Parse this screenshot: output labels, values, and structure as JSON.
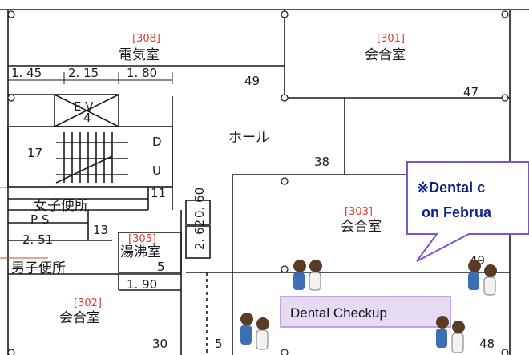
{
  "rooms": {
    "r308": {
      "id": "[308]",
      "name": "電気室",
      "number": "49"
    },
    "r301": {
      "id": "[301]",
      "name": "会合室",
      "number": "47"
    },
    "r303": {
      "id": "[303]",
      "name": "会合室",
      "number": "49"
    },
    "r302": {
      "id": "[302]",
      "name": "会合室",
      "number": "30"
    },
    "r305": {
      "id": "[305]",
      "name": "湯沸室",
      "number": "5"
    },
    "hall": {
      "name": "ホール",
      "number": "38"
    },
    "ev": {
      "name": "E V",
      "number": "4"
    },
    "stairs": {
      "number": "17",
      "up": "U",
      "down": "D"
    },
    "women_wc": {
      "name": "女子便所",
      "number": "11"
    },
    "men_wc": {
      "name": "男子便所"
    },
    "ps": {
      "name": "P S",
      "number": "13"
    }
  },
  "dimensions": {
    "d1": "1. 45",
    "d2": "2. 15",
    "d3": "1. 80",
    "d4": "2. 51",
    "d5": "1. 90",
    "d6": "0. 60",
    "d7": "2. 62",
    "bottom5": "5",
    "bottom48": "48"
  },
  "callout": {
    "line1": "※Dental c",
    "line2": "on Februa",
    "fill": "#ffffff",
    "border": "#7b55c7"
  },
  "checkup_label": {
    "text": "Dental Checkup",
    "fill": "#e5dbf3",
    "border": "#a58bd4"
  },
  "colors": {
    "wall": "#1a1a1a",
    "room_id": "#d9402b"
  }
}
